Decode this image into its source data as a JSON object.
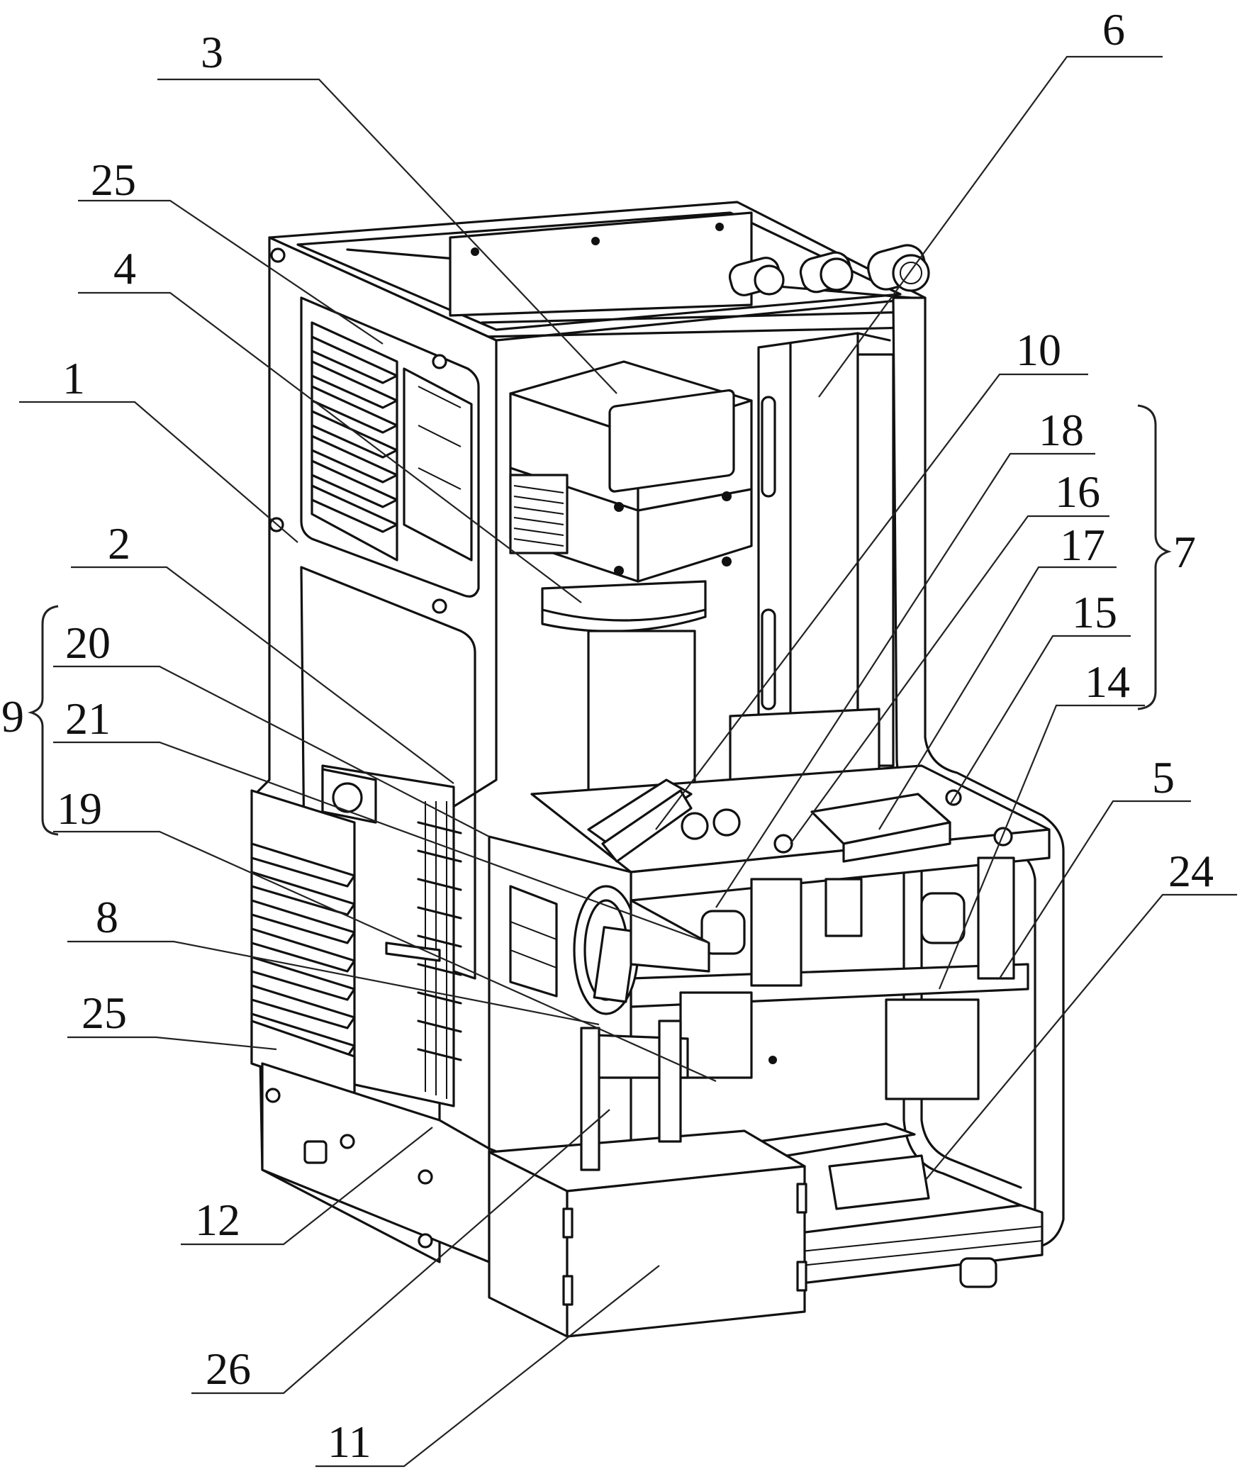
{
  "callouts": [
    {
      "id": "c1",
      "text": "1"
    },
    {
      "id": "c2",
      "text": "2"
    },
    {
      "id": "c3",
      "text": "3"
    },
    {
      "id": "c4",
      "text": "4"
    },
    {
      "id": "c5",
      "text": "5"
    },
    {
      "id": "c6",
      "text": "6"
    },
    {
      "id": "c7",
      "text": "7"
    },
    {
      "id": "c8",
      "text": "8"
    },
    {
      "id": "c9",
      "text": "9"
    },
    {
      "id": "c10",
      "text": "10"
    },
    {
      "id": "c11",
      "text": "11"
    },
    {
      "id": "c12",
      "text": "12"
    },
    {
      "id": "c14",
      "text": "14"
    },
    {
      "id": "c15",
      "text": "15"
    },
    {
      "id": "c16",
      "text": "16"
    },
    {
      "id": "c17",
      "text": "17"
    },
    {
      "id": "c18",
      "text": "18"
    },
    {
      "id": "c19",
      "text": "19"
    },
    {
      "id": "c20",
      "text": "20"
    },
    {
      "id": "c21",
      "text": "21"
    },
    {
      "id": "c24",
      "text": "24"
    },
    {
      "id": "c25a",
      "text": "25"
    },
    {
      "id": "c25b",
      "text": "25"
    },
    {
      "id": "c26",
      "text": "26"
    }
  ]
}
